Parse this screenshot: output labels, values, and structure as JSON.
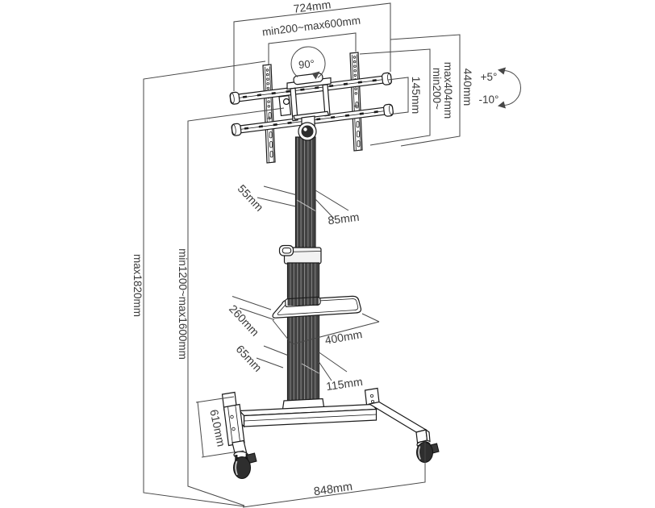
{
  "diagram": {
    "title": "mobile-tv-cart-technical-drawing",
    "background": "#ffffff",
    "structure_line_color": "#1a1a1a",
    "dimension_line_color": "#474747",
    "text_color": "#3a3a3a",
    "labels": {
      "top_width": "724mm",
      "vesa_width_range": "min200~max600mm",
      "rotation": "90°",
      "rail_spacing": "145mm",
      "vesa_height_range_line1": "min200~",
      "vesa_height_range_line2": "max404mm",
      "bracket_height": "440mm",
      "tilt_up": "+5°",
      "tilt_down": "-10°",
      "max_height": "max1820mm",
      "screen_height_range": "min1200~max1600mm",
      "pole_depth": "55mm",
      "pole_width": "85mm",
      "shelf_depth": "260mm",
      "shelf_width": "400mm",
      "lower_column_depth": "65mm",
      "lower_column_width": "115mm",
      "leg_length": "610mm",
      "base_width": "848mm"
    }
  }
}
